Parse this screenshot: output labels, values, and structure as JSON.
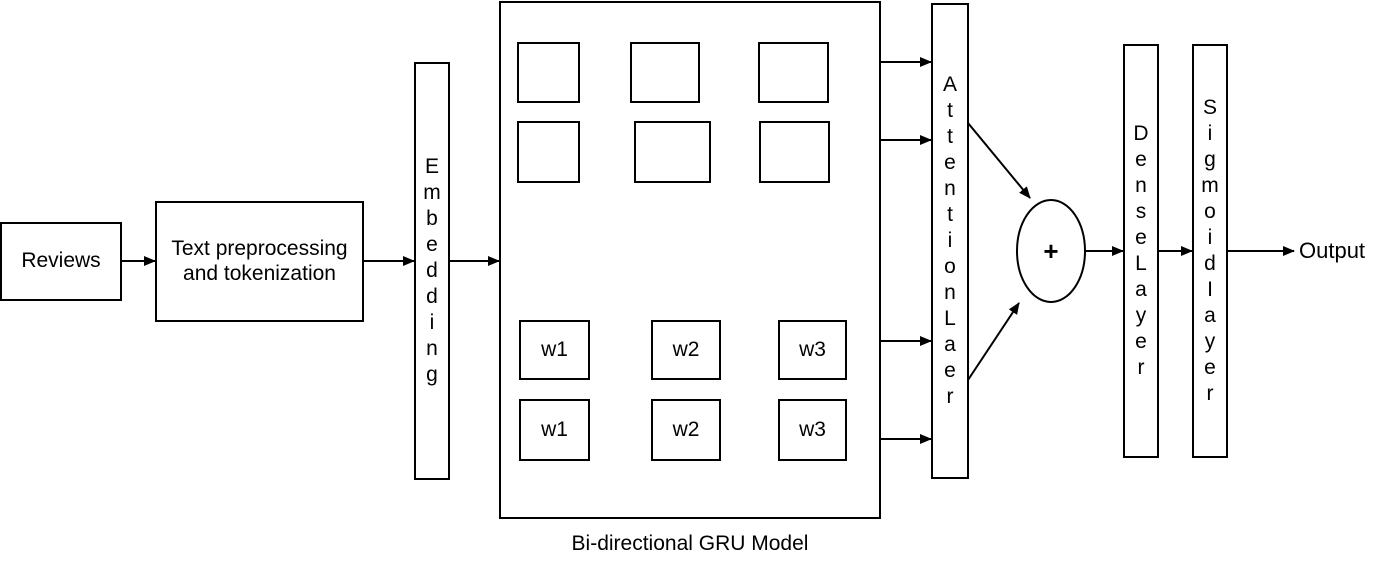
{
  "input": {
    "reviews_label": "Reviews"
  },
  "preprocess": {
    "line1": "Text preprocessing",
    "line2": "and tokenization"
  },
  "embedding": {
    "label": "Embedding"
  },
  "gru": {
    "caption": "Bi-directional GRU Model",
    "word_rows": {
      "backward": [
        "w1",
        "w2",
        "w3"
      ],
      "forward": [
        "w1",
        "w2",
        "w3"
      ]
    }
  },
  "attention": {
    "label": "AttentionLaer"
  },
  "combine": {
    "symbol": "+"
  },
  "dense": {
    "label": "DenseLayer"
  },
  "sigmoid": {
    "label": "SigmoidIayer"
  },
  "output": {
    "label": "Output"
  },
  "colors": {
    "stroke": "#000000",
    "background": "#ffffff"
  }
}
